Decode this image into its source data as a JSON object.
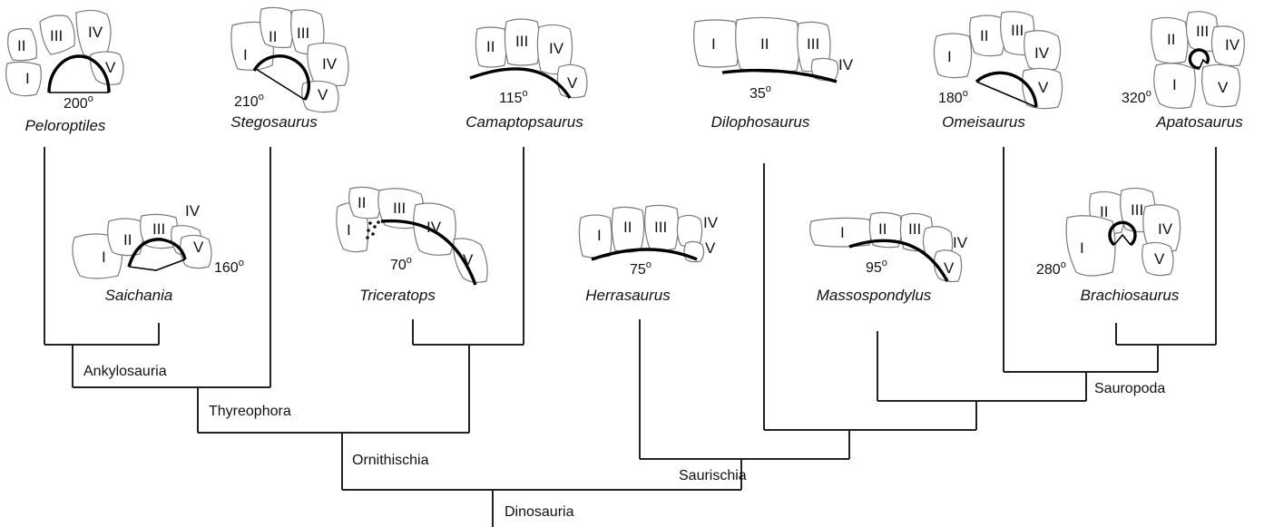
{
  "numerals": [
    "I",
    "II",
    "III",
    "IV",
    "V"
  ],
  "taxa": [
    {
      "name": "Peloroptiles",
      "angle": "200",
      "unit": "o"
    },
    {
      "name": "Stegosaurus",
      "angle": "210",
      "unit": "o"
    },
    {
      "name": "Camaptopsaurus",
      "angle": "115",
      "unit": "o"
    },
    {
      "name": "Dilophosaurus",
      "angle": "35",
      "unit": "o"
    },
    {
      "name": "Omeisaurus",
      "angle": "180",
      "unit": "o"
    },
    {
      "name": "Apatosaurus",
      "angle": "320",
      "unit": "o"
    },
    {
      "name": "Saichania",
      "angle": "160",
      "unit": "o"
    },
    {
      "name": "Triceratops",
      "angle": "70",
      "unit": "o"
    },
    {
      "name": "Herrasaurus",
      "angle": "75",
      "unit": "o"
    },
    {
      "name": "Massospondylus",
      "angle": "95",
      "unit": "o"
    },
    {
      "name": "Brachiosaurus",
      "angle": "280",
      "unit": "o"
    }
  ],
  "clades": [
    "Ankylosauria",
    "Thyreophora",
    "Ornithischia",
    "Saurischia",
    "Sauropoda",
    "Dinosauria"
  ]
}
